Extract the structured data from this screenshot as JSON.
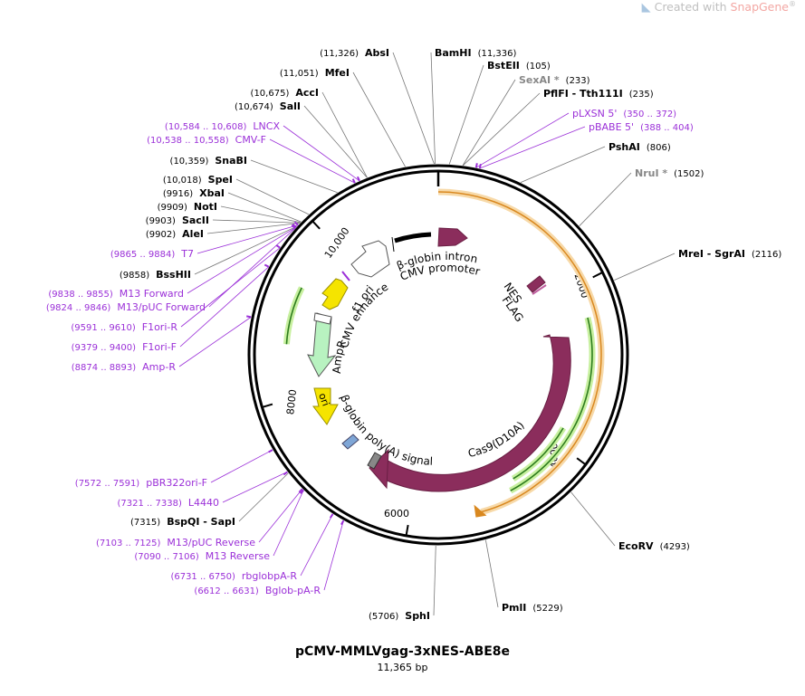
{
  "watermark": {
    "prefix": "Created with",
    "brand": "SnapGene",
    "reg": "®",
    "icon": "snapgene-logo-icon"
  },
  "map": {
    "name": "pCMV-MMLVgag-3xNES-ABE8e",
    "size_label": "11,365 bp",
    "total_bp": 11365
  },
  "colors": {
    "enzyme": "#000000",
    "primer": "#9b30d8",
    "nonunique": "#888888",
    "backbone": "#000000",
    "cas9": "#8b2d5c",
    "orf_outline": "#f0be78",
    "orf_fill": "#f7d9a8",
    "green_arrow": "#2e7d1e",
    "green_glow": "#c8f0a0",
    "ori_yellow": "#f5e400",
    "ampr_green": "#b8f2c0"
  },
  "tick_labels": [
    {
      "bp": 2000,
      "label": "2000"
    },
    {
      "bp": 4000,
      "label": "4000"
    },
    {
      "bp": 6000,
      "label": "6000"
    },
    {
      "bp": 8000,
      "label": "8000"
    },
    {
      "bp": 10000,
      "label": "10,000"
    }
  ],
  "enzymes": [
    {
      "name": "AbsI",
      "pos": "(11,326)",
      "kind": "enzyme",
      "bp": 11326
    },
    {
      "name": "BamHI",
      "pos": "(11,336)",
      "kind": "enzyme",
      "bp": 11336
    },
    {
      "name": "BstEII",
      "pos": "(105)",
      "kind": "enzyme",
      "bp": 105
    },
    {
      "name": "SexAI *",
      "pos": "(233)",
      "kind": "nonunique",
      "bp": 233
    },
    {
      "name": "PflFI - Tth111I",
      "pos": "(235)",
      "kind": "enzyme",
      "bp": 235
    },
    {
      "name": "PshAI",
      "pos": "(806)",
      "kind": "enzyme",
      "bp": 806
    },
    {
      "name": "NruI *",
      "pos": "(1502)",
      "kind": "nonunique",
      "bp": 1502
    },
    {
      "name": "MreI - SgrAI",
      "pos": "(2116)",
      "kind": "enzyme",
      "bp": 2116
    },
    {
      "name": "EcoRV",
      "pos": "(4293)",
      "kind": "enzyme",
      "bp": 4293
    },
    {
      "name": "PmlI",
      "pos": "(5229)",
      "kind": "enzyme",
      "bp": 5229
    },
    {
      "name": "SphI",
      "pos": "(5706)",
      "kind": "enzyme",
      "bp": 5706
    },
    {
      "name": "BspQI - SapI",
      "pos": "(7315)",
      "kind": "enzyme",
      "bp": 7315
    },
    {
      "name": "BssHII",
      "pos": "(9858)",
      "kind": "enzyme",
      "bp": 9858
    },
    {
      "name": "AleI",
      "pos": "(9902)",
      "kind": "enzyme",
      "bp": 9902
    },
    {
      "name": "SacII",
      "pos": "(9903)",
      "kind": "enzyme",
      "bp": 9903
    },
    {
      "name": "NotI",
      "pos": "(9909)",
      "kind": "enzyme",
      "bp": 9909
    },
    {
      "name": "XbaI",
      "pos": "(9916)",
      "kind": "enzyme",
      "bp": 9916
    },
    {
      "name": "SpeI",
      "pos": "(10,018)",
      "kind": "enzyme",
      "bp": 10018
    },
    {
      "name": "SnaBI",
      "pos": "(10,359)",
      "kind": "enzyme",
      "bp": 10359
    },
    {
      "name": "SalI",
      "pos": "(10,674)",
      "kind": "enzyme",
      "bp": 10674
    },
    {
      "name": "AccI",
      "pos": "(10,675)",
      "kind": "enzyme",
      "bp": 10675
    },
    {
      "name": "MfeI",
      "pos": "(11,051)",
      "kind": "enzyme",
      "bp": 11051
    }
  ],
  "primers": [
    {
      "name": "pLXSN 5'",
      "pos": "(350 .. 372)",
      "bp": 361
    },
    {
      "name": "pBABE 5'",
      "pos": "(388 .. 404)",
      "bp": 396
    },
    {
      "name": "LNCX",
      "pos": "(10,584 .. 10,608)",
      "bp": 10596
    },
    {
      "name": "CMV-F",
      "pos": "(10,538 .. 10,558)",
      "bp": 10548
    },
    {
      "name": "T7",
      "pos": "(9865 .. 9884)",
      "bp": 9874
    },
    {
      "name": "M13 Forward",
      "pos": "(9838 .. 9855)",
      "bp": 9846
    },
    {
      "name": "M13/pUC Forward",
      "pos": "(9824 .. 9846)",
      "bp": 9835
    },
    {
      "name": "F1ori-R",
      "pos": "(9591 .. 9610)",
      "bp": 9600
    },
    {
      "name": "F1ori-F",
      "pos": "(9379 .. 9400)",
      "bp": 9390
    },
    {
      "name": "Amp-R",
      "pos": "(8874 .. 8893)",
      "bp": 8883
    },
    {
      "name": "pBR322ori-F",
      "pos": "(7572 .. 7591)",
      "bp": 7581
    },
    {
      "name": "L4440",
      "pos": "(7321 .. 7338)",
      "bp": 7330
    },
    {
      "name": "M13/pUC Reverse",
      "pos": "(7103 .. 7125)",
      "bp": 7114
    },
    {
      "name": "M13 Reverse",
      "pos": "(7090 .. 7106)",
      "bp": 7098
    },
    {
      "name": "rbglobpA-R",
      "pos": "(6731 .. 6750)",
      "bp": 6740
    },
    {
      "name": "Bglob-pA-R",
      "pos": "(6612 .. 6631)",
      "bp": 6621
    }
  ],
  "features": [
    {
      "name": "β-globin intron"
    },
    {
      "name": "CMV promoter"
    },
    {
      "name": "NES"
    },
    {
      "name": "FLAG"
    },
    {
      "name": "f1 ori"
    },
    {
      "name": "CMV enhancer"
    },
    {
      "name": "AmpR"
    },
    {
      "name": "ori"
    },
    {
      "name": "β-globin poly(A) signal"
    },
    {
      "name": "Cas9(D10A)"
    }
  ]
}
